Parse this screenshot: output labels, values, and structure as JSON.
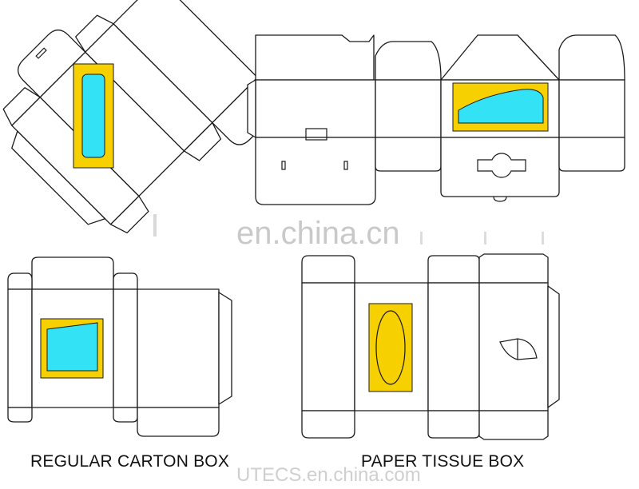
{
  "watermark": {
    "main": "en.china.cn",
    "footer": "UTECS.en.china.com"
  },
  "captions": {
    "left": "REGULAR CARTON BOX",
    "right": "PAPER TISSUE BOX"
  },
  "colors": {
    "yellow": "#f7d000",
    "cyan": "#33e3f5",
    "line": "#1a1a1a"
  }
}
